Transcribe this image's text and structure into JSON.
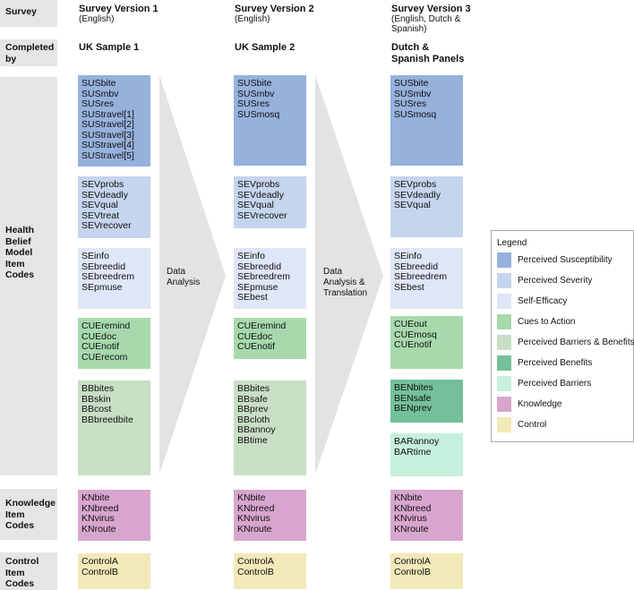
{
  "row_labels": {
    "survey": "Survey",
    "completed_by": [
      "Completed",
      "by"
    ],
    "hbm": [
      "Health",
      "Belief",
      "Model",
      "Item",
      "Codes"
    ],
    "knowledge": [
      "Knowledge",
      "Item",
      "Codes"
    ],
    "control": [
      "Control",
      "Item",
      "Codes"
    ]
  },
  "columns": [
    {
      "title": "Survey Version 1",
      "subtitle": [
        "(English)"
      ],
      "sample": [
        "UK Sample 1"
      ],
      "blocks": {
        "susceptibility": [
          "SUSbite",
          "SUSmbv",
          "SUSres",
          "SUStravel[1]",
          "SUStravel[2]",
          "SUStravel[3]",
          "SUStravel[4]",
          "SUStravel[5]"
        ],
        "severity": [
          "SEVprobs",
          "SEVdeadly",
          "SEVqual",
          "SEVtreat",
          "SEVrecover"
        ],
        "efficacy": [
          "SEinfo",
          "SEbreedid",
          "SEbreedrem",
          "SEpmuse"
        ],
        "cues": [
          "CUEremind",
          "CUEdoc",
          "CUEnotif",
          "CUErecom"
        ],
        "barriers_benefits": [
          "BBbites",
          "BBskin",
          "BBcost",
          "BBbreedbite"
        ],
        "knowledge": [
          "KNbite",
          "KNbreed",
          "KNvirus",
          "KNroute"
        ],
        "control": [
          "ControlA",
          "ControlB"
        ]
      }
    },
    {
      "title": "Survey Version 2",
      "subtitle": [
        "(English)"
      ],
      "sample": [
        "UK Sample 2"
      ],
      "blocks": {
        "susceptibility": [
          "SUSbite",
          "SUSmbv",
          "SUSres",
          "SUSmosq"
        ],
        "severity": [
          "SEVprobs",
          "SEVdeadly",
          "SEVqual",
          "SEVrecover"
        ],
        "efficacy": [
          "SEinfo",
          "SEbreedid",
          "SEbreedrem",
          "SEpmuse",
          "SEbest"
        ],
        "cues": [
          "CUEremind",
          "CUEdoc",
          "CUEnotif"
        ],
        "barriers_benefits": [
          "BBbites",
          "BBsafe",
          "BBprev",
          "BBcloth",
          "BBannoy",
          "BBtime"
        ],
        "knowledge": [
          "KNbite",
          "KNbreed",
          "KNvirus",
          "KNroute"
        ],
        "control": [
          "ControlA",
          "ControlB"
        ]
      }
    },
    {
      "title": "Survey Version 3",
      "subtitle": [
        "(English, Dutch &",
        "Spanish)"
      ],
      "sample": [
        "Dutch &",
        "Spanish Panels"
      ],
      "blocks": {
        "susceptibility": [
          "SUSbite",
          "SUSmbv",
          "SUSres",
          "SUSmosq"
        ],
        "severity": [
          "SEVprobs",
          "SEVdeadly",
          "SEVqual"
        ],
        "efficacy": [
          "SEinfo",
          "SEbreedid",
          "SEbreedrem",
          "SEbest"
        ],
        "cues": [
          "CUEout",
          "CUEmosq",
          "CUEnotif"
        ],
        "benefits": [
          "BENbites",
          "BENsafe",
          "BENprev"
        ],
        "barriers": [
          "BARannoy",
          "BARtime"
        ],
        "knowledge": [
          "KNbite",
          "KNbreed",
          "KNvirus",
          "KNroute"
        ],
        "control": [
          "ControlA",
          "ControlB"
        ]
      }
    }
  ],
  "arrows": [
    {
      "label": [
        "Data",
        "Analysis"
      ]
    },
    {
      "label": [
        "Data",
        "Analysis &",
        "Translation"
      ]
    }
  ],
  "legend": {
    "title": "Legend",
    "items": [
      {
        "key": "susceptibility",
        "label": "Perceived Susceptibility",
        "color": "#96b1dc"
      },
      {
        "key": "severity",
        "label": "Perceived Severity",
        "color": "#c5d5ee"
      },
      {
        "key": "efficacy",
        "label": "Self-Efficacy",
        "color": "#dfe6f7"
      },
      {
        "key": "cues",
        "label": "Cues to Action",
        "color": "#a7d9ad"
      },
      {
        "key": "barriers_benefits",
        "label": "Perceived Barriers & Benefits",
        "color": "#c8dfc5"
      },
      {
        "key": "benefits",
        "label": "Perceived Benefits",
        "color": "#73c09b"
      },
      {
        "key": "barriers",
        "label": "Perceived Barriers",
        "color": "#c6f0dc"
      },
      {
        "key": "knowledge",
        "label": "Knowledge",
        "color": "#d7a5ce"
      },
      {
        "key": "control",
        "label": "Control",
        "color": "#f2e9b9"
      }
    ]
  }
}
